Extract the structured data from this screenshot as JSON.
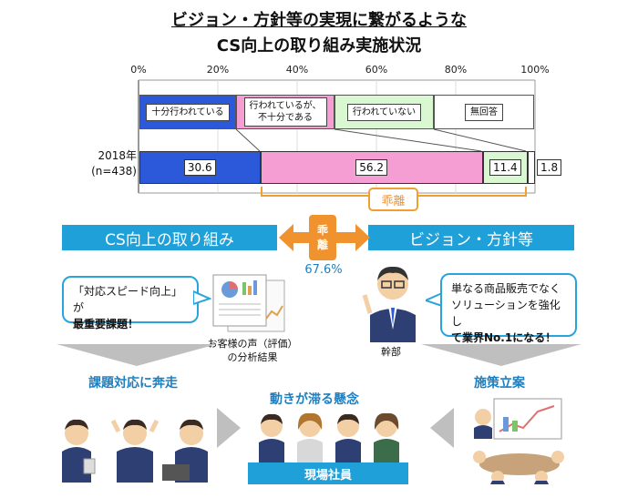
{
  "title_line1": "ビジョン・方針等の実現に繋がるような",
  "title_line2": "CS向上の取り組み実施状況",
  "chart_data": {
    "type": "bar",
    "orientation": "horizontal-stacked",
    "x_ticks": [
      "0%",
      "20%",
      "40%",
      "60%",
      "80%",
      "100%"
    ],
    "xlim": [
      0,
      100
    ],
    "legend": [
      "十分行われている",
      "行われているが、不十分である",
      "行われていない",
      "無回答"
    ],
    "legend_display": {
      "full": "十分行われている",
      "partial_line1": "行われているが、",
      "partial_line2": "不十分である",
      "none": "行われていない",
      "na": "無回答"
    },
    "category_line1": "2018年",
    "category_line2": "(n=438)",
    "series": [
      {
        "name": "十分行われている",
        "values": [
          30.6
        ],
        "color": "#2b59d9"
      },
      {
        "name": "行われているが、不十分である",
        "values": [
          56.2
        ],
        "color": "#f59ed3"
      },
      {
        "name": "行われていない",
        "values": [
          11.4
        ],
        "color": "#d9f7d0"
      },
      {
        "name": "無回答",
        "values": [
          1.8
        ],
        "color": "#ffffff"
      }
    ],
    "labels": [
      "30.6",
      "56.2",
      "11.4",
      "1.8"
    ]
  },
  "gap_label": "乖離",
  "left_banner": "CS向上の取り組み",
  "right_banner": "ビジョン・方針等",
  "gap_tag_top": "乖",
  "gap_tag_bottom": "離",
  "gap_percent": "67.6%",
  "left_bubble_line1": "「対応スピード向上」が",
  "left_bubble_line2": "最重要課題！",
  "doc_caption_line1": "お客様の声（評価）",
  "doc_caption_line2": "の分析結果",
  "right_bubble_line1": "単なる商品販売でなく",
  "right_bubble_line2": "ソリューションを強化し",
  "right_bubble_line3": "て業界No.1になる！",
  "exec_label": "幹部",
  "stage_left": "課題対応に奔走",
  "stage_middle": "動きが滞る懸念",
  "stage_right": "施策立案",
  "staff_label": "現場社員",
  "colors": {
    "banner": "#1fa0d8",
    "arrow": "#f0922e",
    "accent_text": "#1e7fc0"
  }
}
